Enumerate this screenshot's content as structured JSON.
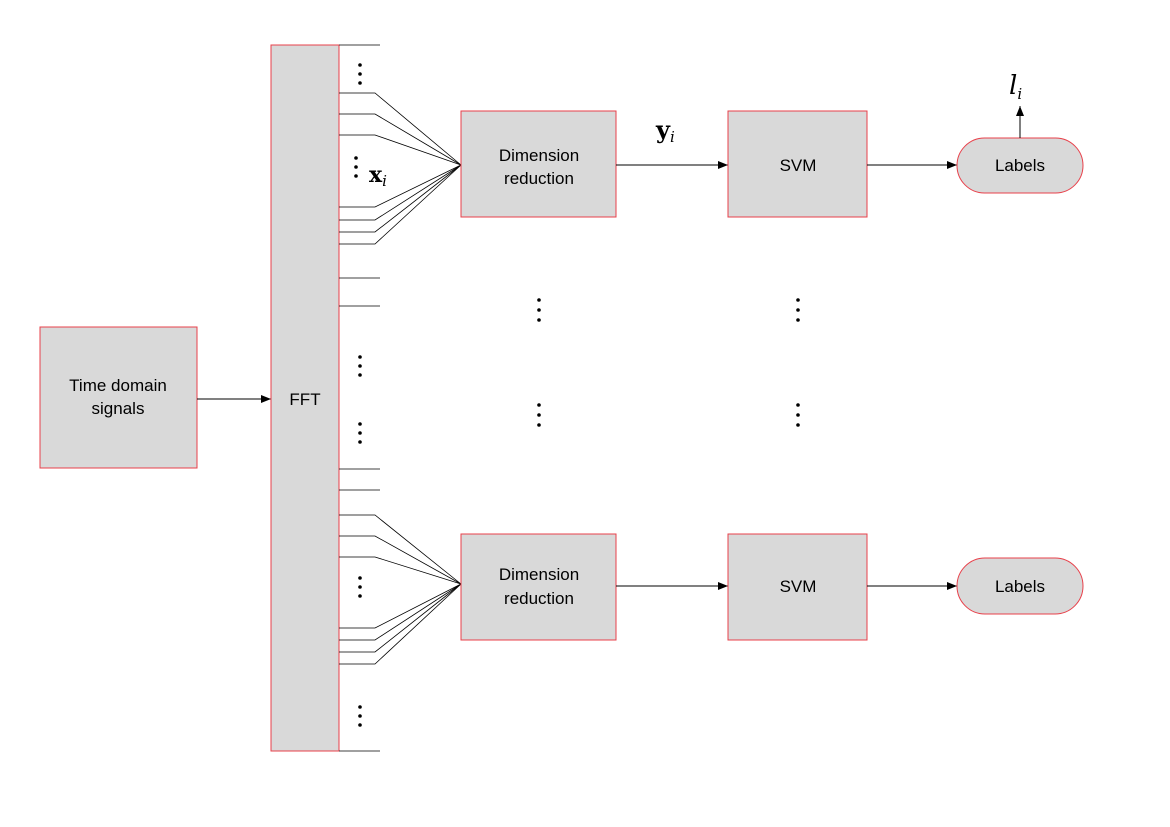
{
  "nodes": {
    "time_domain": [
      "Time domain",
      "signals"
    ],
    "fft": "FFT",
    "dim_reduction_top": [
      "Dimension",
      "reduction"
    ],
    "svm_top": "SVM",
    "labels_top": "Labels",
    "dim_reduction_bottom": [
      "Dimension",
      "reduction"
    ],
    "svm_bottom": "SVM",
    "labels_bottom": "Labels"
  },
  "math": {
    "x_base": "x",
    "x_sub": "i",
    "y_base": "y",
    "y_sub": "i",
    "l_base": "l",
    "l_sub": "i"
  },
  "colors": {
    "box_fill": "#d9d9d9",
    "box_stroke": "#e8404a",
    "line": "#000000"
  }
}
